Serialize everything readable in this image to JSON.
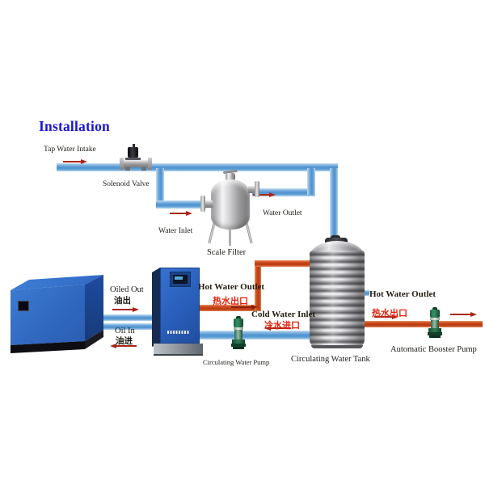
{
  "title": "Installation",
  "labels": {
    "tap_water_intake": "Tap Water Intake",
    "solenoid_valve": "Solenoid Valve",
    "water_inlet": "Water Inlet",
    "water_outlet": "Water Outlet",
    "scale_filter": "Scale Filter",
    "oiled_out_en": "Oiled Out",
    "oiled_out_zh": "油出",
    "oil_in_en": "Oil In",
    "oil_in_zh": "油进",
    "hot_water_outlet_left_en": "Hot Water Outlet",
    "hot_water_outlet_left_zh": "热水出口",
    "cold_water_inlet_en": "Cold Water Inlet",
    "cold_water_inlet_zh": "冷水进口",
    "circulating_water_pump": "Circulating Water Pump",
    "circulating_water_tank": "Circulating Water Tank",
    "hot_water_outlet_right_en": "Hot Water Outlet",
    "hot_water_outlet_right_zh": "热水出口",
    "automatic_booster_pump": "Automatic Booster Pump"
  },
  "colors": {
    "title_blue": "#1B16CE",
    "pipe_cold_blue": "#4E93D0",
    "pipe_hot_red": "#BA390D",
    "flow_arrow_red": "#AC2518",
    "chinese_label_red": "#E4230E",
    "compressor_blue": "#3A76CC",
    "cabinet_blue": "#2E6AC8",
    "pump_green": "#2E8B57",
    "tank_steel": "#A8A8AC"
  }
}
